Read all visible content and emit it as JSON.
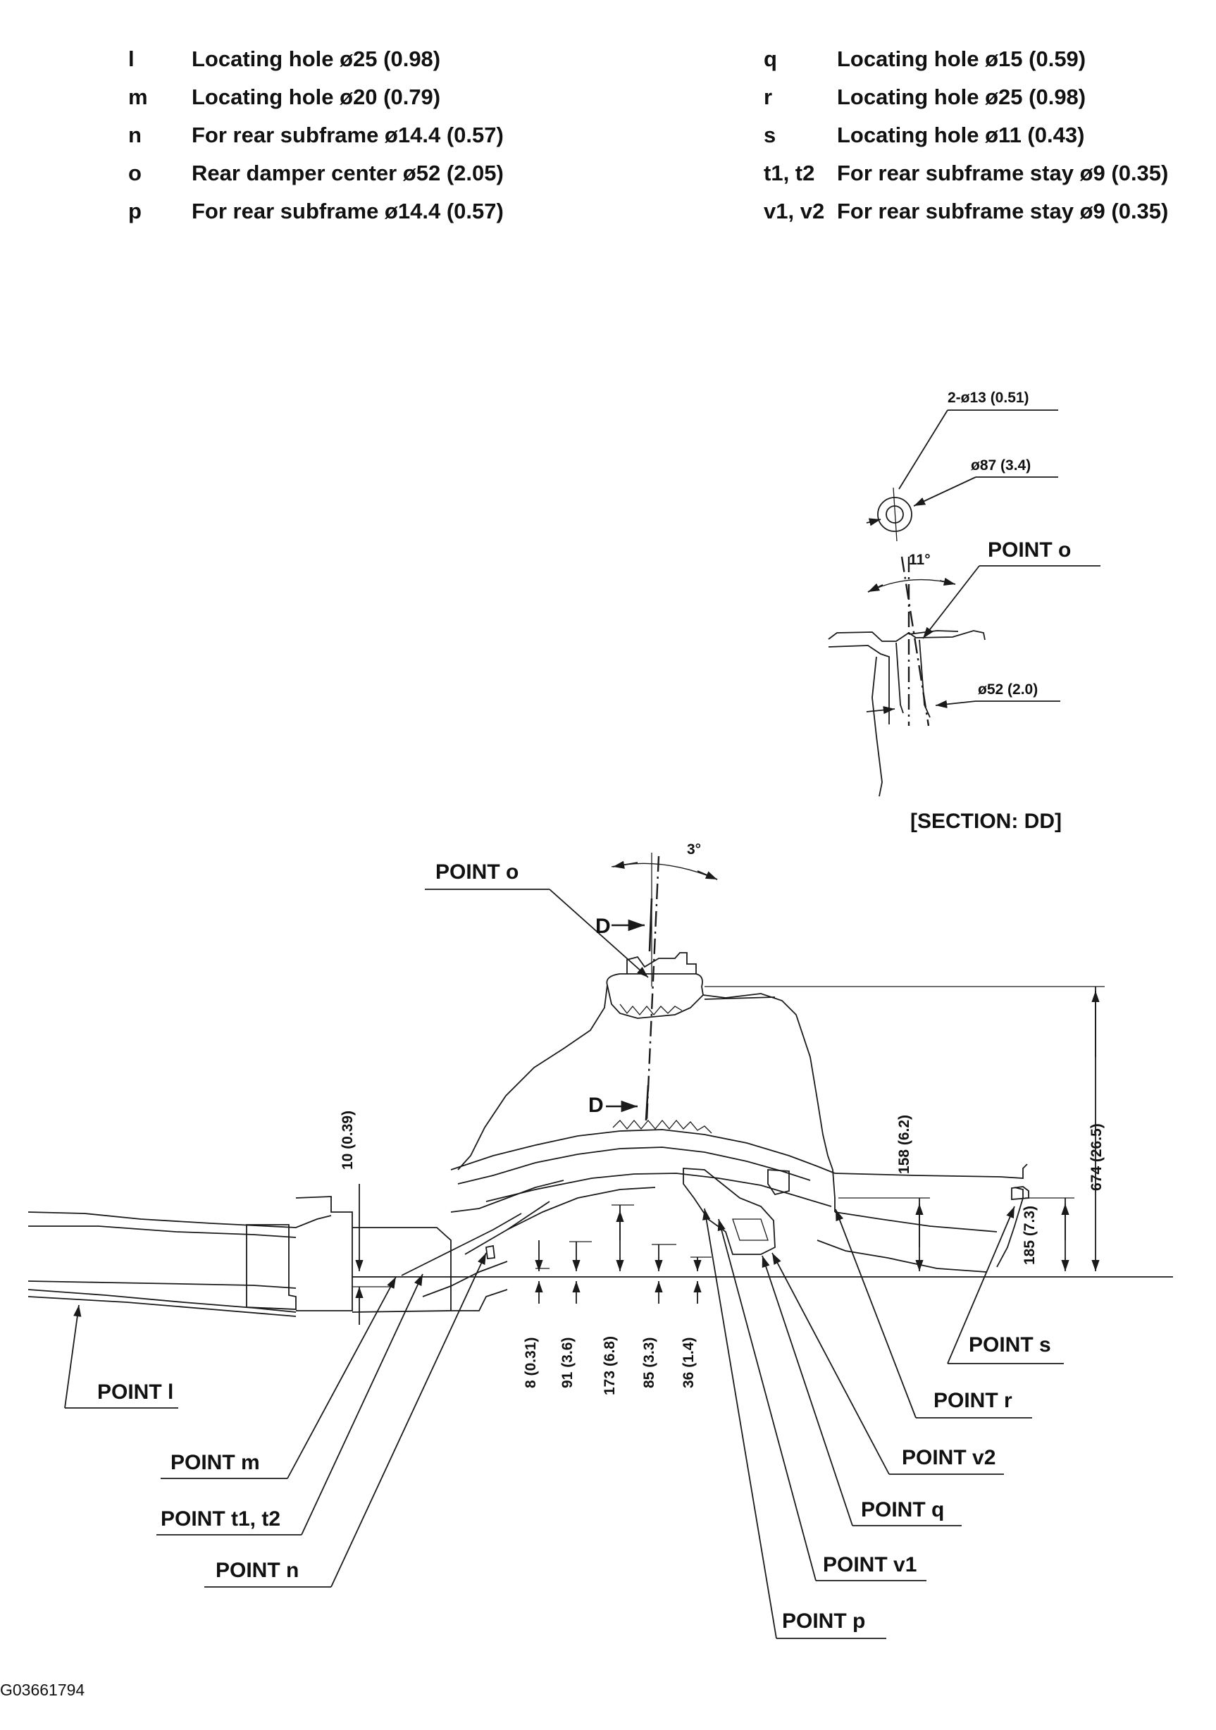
{
  "legend": {
    "left": [
      {
        "key": "l",
        "desc": "Locating hole ø25 (0.98)"
      },
      {
        "key": "m",
        "desc": "Locating hole ø20 (0.79)"
      },
      {
        "key": "n",
        "desc": "For rear subframe ø14.4 (0.57)"
      },
      {
        "key": "o",
        "desc": "Rear damper center ø52 (2.05)"
      },
      {
        "key": "p",
        "desc": "For rear subframe ø14.4 (0.57)"
      }
    ],
    "right": [
      {
        "key": "q",
        "desc": "Locating hole ø15 (0.59)"
      },
      {
        "key": "r",
        "desc": "Locating hole ø25 (0.98)"
      },
      {
        "key": "s",
        "desc": "Locating hole ø11 (0.43)"
      },
      {
        "key": "t1, t2",
        "desc": "For rear subframe stay ø9 (0.35)"
      },
      {
        "key": "v1, v2",
        "desc": "For rear subframe stay ø9 (0.35)"
      }
    ]
  },
  "section": {
    "hole_label": "2-ø13 (0.51)",
    "outer_label": "ø87 (3.4)",
    "point_label": "POINT o",
    "angle_label": "11°",
    "damper_label": "ø52 (2.0)",
    "title": "[SECTION: DD]"
  },
  "main": {
    "angle_label": "3°",
    "point_o": "POINT o",
    "section_mark_top": "D",
    "section_mark_bottom": "D",
    "dims": {
      "d10": "10 (0.39)",
      "d158": "158 (6.2)",
      "d674": "674 (26.5)",
      "d185": "185 (7.3)",
      "d8": "8 (0.31)",
      "d91": "91 (3.6)",
      "d173": "173 (6.8)",
      "d85": "85 (3.3)",
      "d36": "36 (1.4)"
    },
    "points": {
      "l": "POINT l",
      "m": "POINT m",
      "t": "POINT t1, t2",
      "n": "POINT n",
      "s": "POINT s",
      "r": "POINT r",
      "v2": "POINT v2",
      "q": "POINT q",
      "v1": "POINT v1",
      "p": "POINT p"
    }
  },
  "figure_code": "G03661794"
}
